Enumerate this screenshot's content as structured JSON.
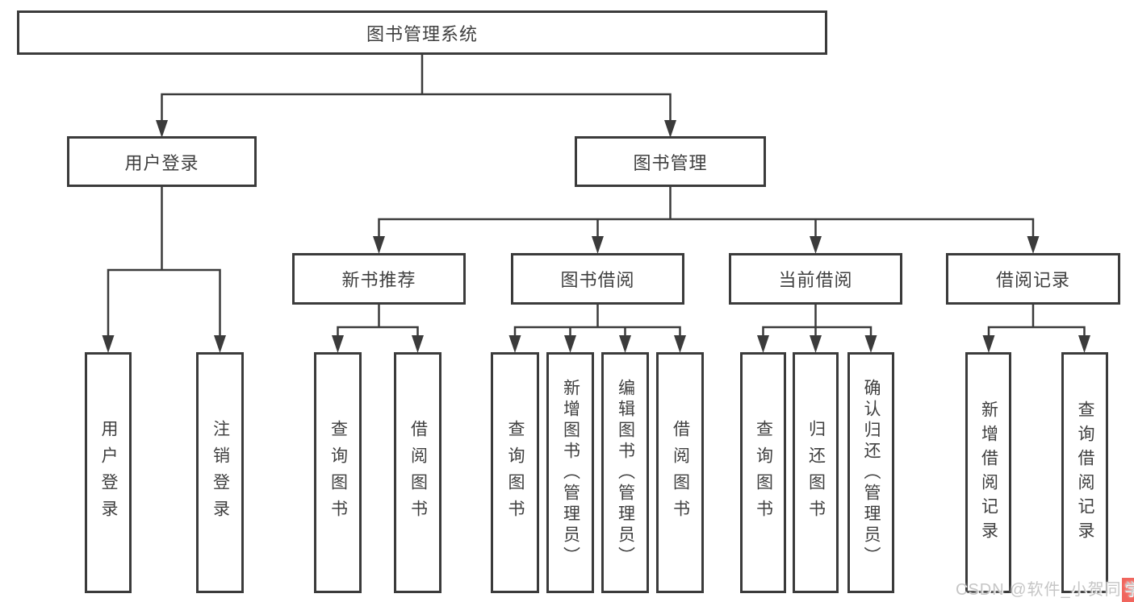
{
  "diagram": {
    "root": {
      "label": "图书管理系统"
    },
    "level1": [
      {
        "label": "用户登录"
      },
      {
        "label": "图书管理"
      }
    ],
    "level2": [
      {
        "label": "新书推荐"
      },
      {
        "label": "图书借阅"
      },
      {
        "label": "当前借阅"
      },
      {
        "label": "借阅记录"
      }
    ],
    "leaves": {
      "login": [
        {
          "label": "用户登录"
        },
        {
          "label": "注销登录"
        }
      ],
      "newbook": [
        {
          "label": "查询图书"
        },
        {
          "label": "借阅图书"
        }
      ],
      "borrow": [
        {
          "label": "查询图书"
        },
        {
          "label": "新增图书（管理员）"
        },
        {
          "label": "编辑图书（管理员）"
        },
        {
          "label": "借阅图书"
        }
      ],
      "current": [
        {
          "label": "查询图书"
        },
        {
          "label": "归还图书"
        },
        {
          "label": "确认归还（管理员）"
        }
      ],
      "records": [
        {
          "label": "新增借阅记录"
        },
        {
          "label": "查询借阅记录"
        }
      ]
    }
  },
  "watermark": {
    "prefix": "CSDN @软件_小贺同",
    "highlight": "学"
  },
  "colors": {
    "line": "#3b3b3b",
    "text": "#3f3f3f",
    "watermark_gray": "#c6c6c6",
    "watermark_red": "#f0655d"
  }
}
